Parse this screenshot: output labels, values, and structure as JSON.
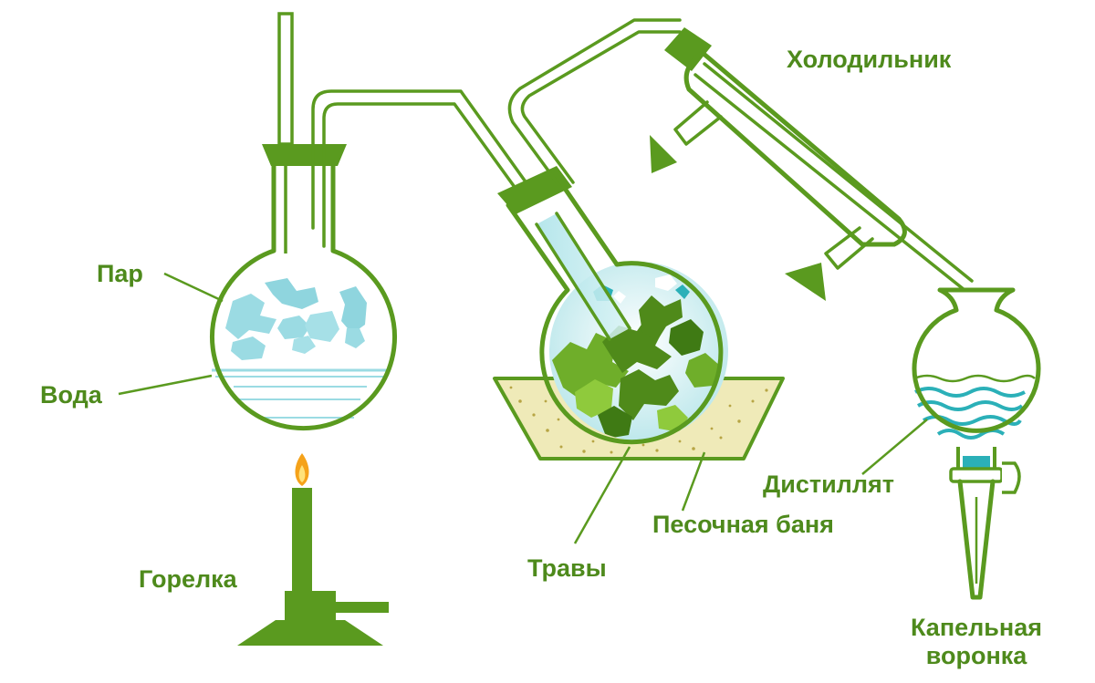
{
  "colors": {
    "apparatus": "#5a9a1f",
    "label": "#4e8a1c",
    "steam": "#9bdbe3",
    "water": "#2bb0b8",
    "sand": "#efeab8",
    "herbs": "#6fae2a",
    "flame": "#f5a21a"
  },
  "labels": {
    "steam": "Пар",
    "water": "Вода",
    "burner": "Горелка",
    "herbs": "Травы",
    "sand_bath": "Песочная баня",
    "condenser": "Холодильник",
    "distillate": "Дистиллят",
    "dropping_funnel_1": "Капельная",
    "dropping_funnel_2": "воронка"
  }
}
